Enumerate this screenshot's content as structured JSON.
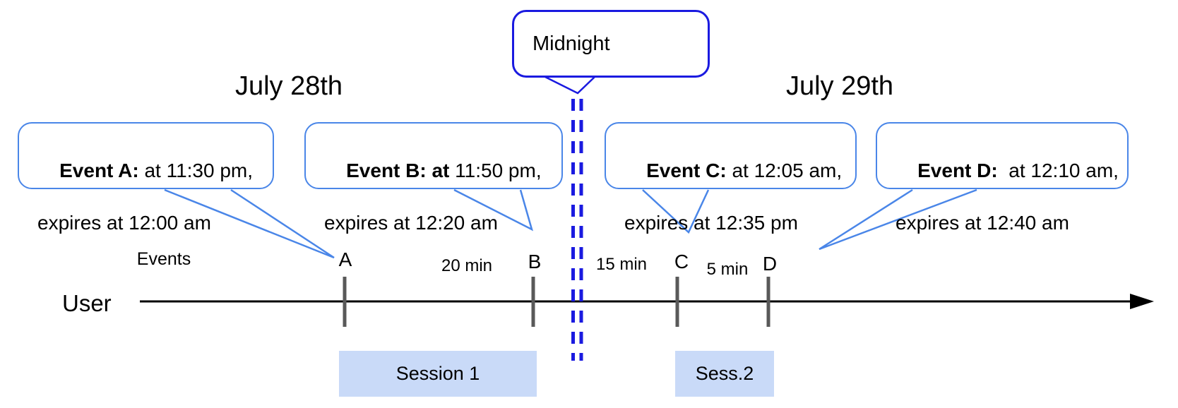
{
  "dates": {
    "left": "July 28th",
    "right": "July 29th"
  },
  "midnight": {
    "label": "Midnight"
  },
  "callouts": [
    {
      "event": "A",
      "bold": "Event A:",
      "rest": " at 11:30 pm,",
      "line2": "expires at 12:00 am"
    },
    {
      "event": "B",
      "bold": "Event B: at",
      "rest": " 11:50 pm,",
      "line2": "expires at 12:20 am"
    },
    {
      "event": "C",
      "bold": "Event C:",
      "rest": " at 12:05 am,",
      "line2": "expires at 12:35 pm"
    },
    {
      "event": "D",
      "bold": "Event D:",
      "rest": "  at 12:10 am,",
      "line2": "expires at 12:40 am"
    }
  ],
  "timeline": {
    "events_label": "Events",
    "user_label": "User",
    "ticks": [
      "A",
      "B",
      "C",
      "D"
    ],
    "gaps": [
      "20 min",
      "15 min",
      "5 min"
    ]
  },
  "sessions": [
    {
      "label": "Session 1"
    },
    {
      "label": "Sess.2"
    }
  ],
  "colors": {
    "callout_border": "#4a86e8",
    "midnight_blue": "#1a1ae0",
    "session_fill": "#c9daf8",
    "tick_gray": "#595959"
  }
}
